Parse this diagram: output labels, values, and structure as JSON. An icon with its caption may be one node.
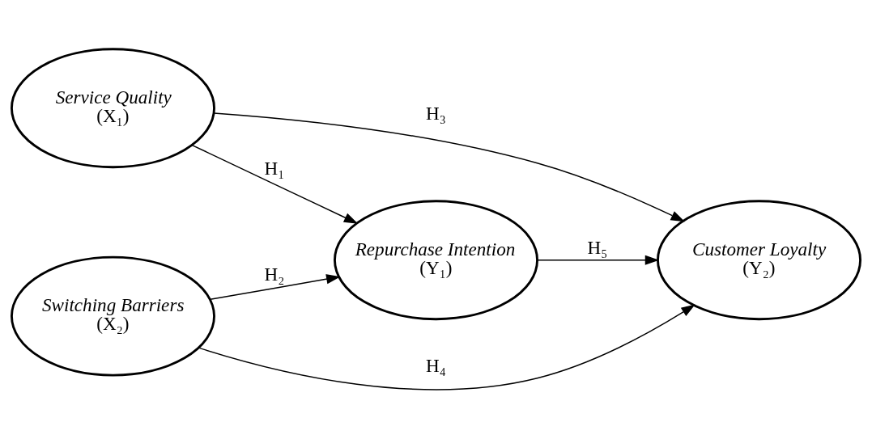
{
  "diagram": {
    "nodes": [
      {
        "text": [
          "Service Quality",
          "(X₁)"
        ]
      },
      {
        "text": [
          "Switching Barriers",
          "(X₂)"
        ]
      },
      {
        "text": [
          "Repurchase Intention",
          "(Y₁)"
        ]
      },
      {
        "text": [
          "Customer Loyalty",
          "(Y₂)"
        ]
      }
    ],
    "edges": [
      {
        "from": 0,
        "to": 2,
        "arrow": "to",
        "label": "H₁"
      },
      {
        "from": 1,
        "to": 2,
        "arrow": "to",
        "label": "H₂"
      },
      {
        "from": 0,
        "to": 3,
        "arrow": "to",
        "label": "H₃"
      },
      {
        "from": 1,
        "to": 3,
        "arrow": "to",
        "label": "H₄"
      },
      {
        "from": 2,
        "to": 3,
        "arrow": "to",
        "label": "H₅"
      }
    ]
  }
}
